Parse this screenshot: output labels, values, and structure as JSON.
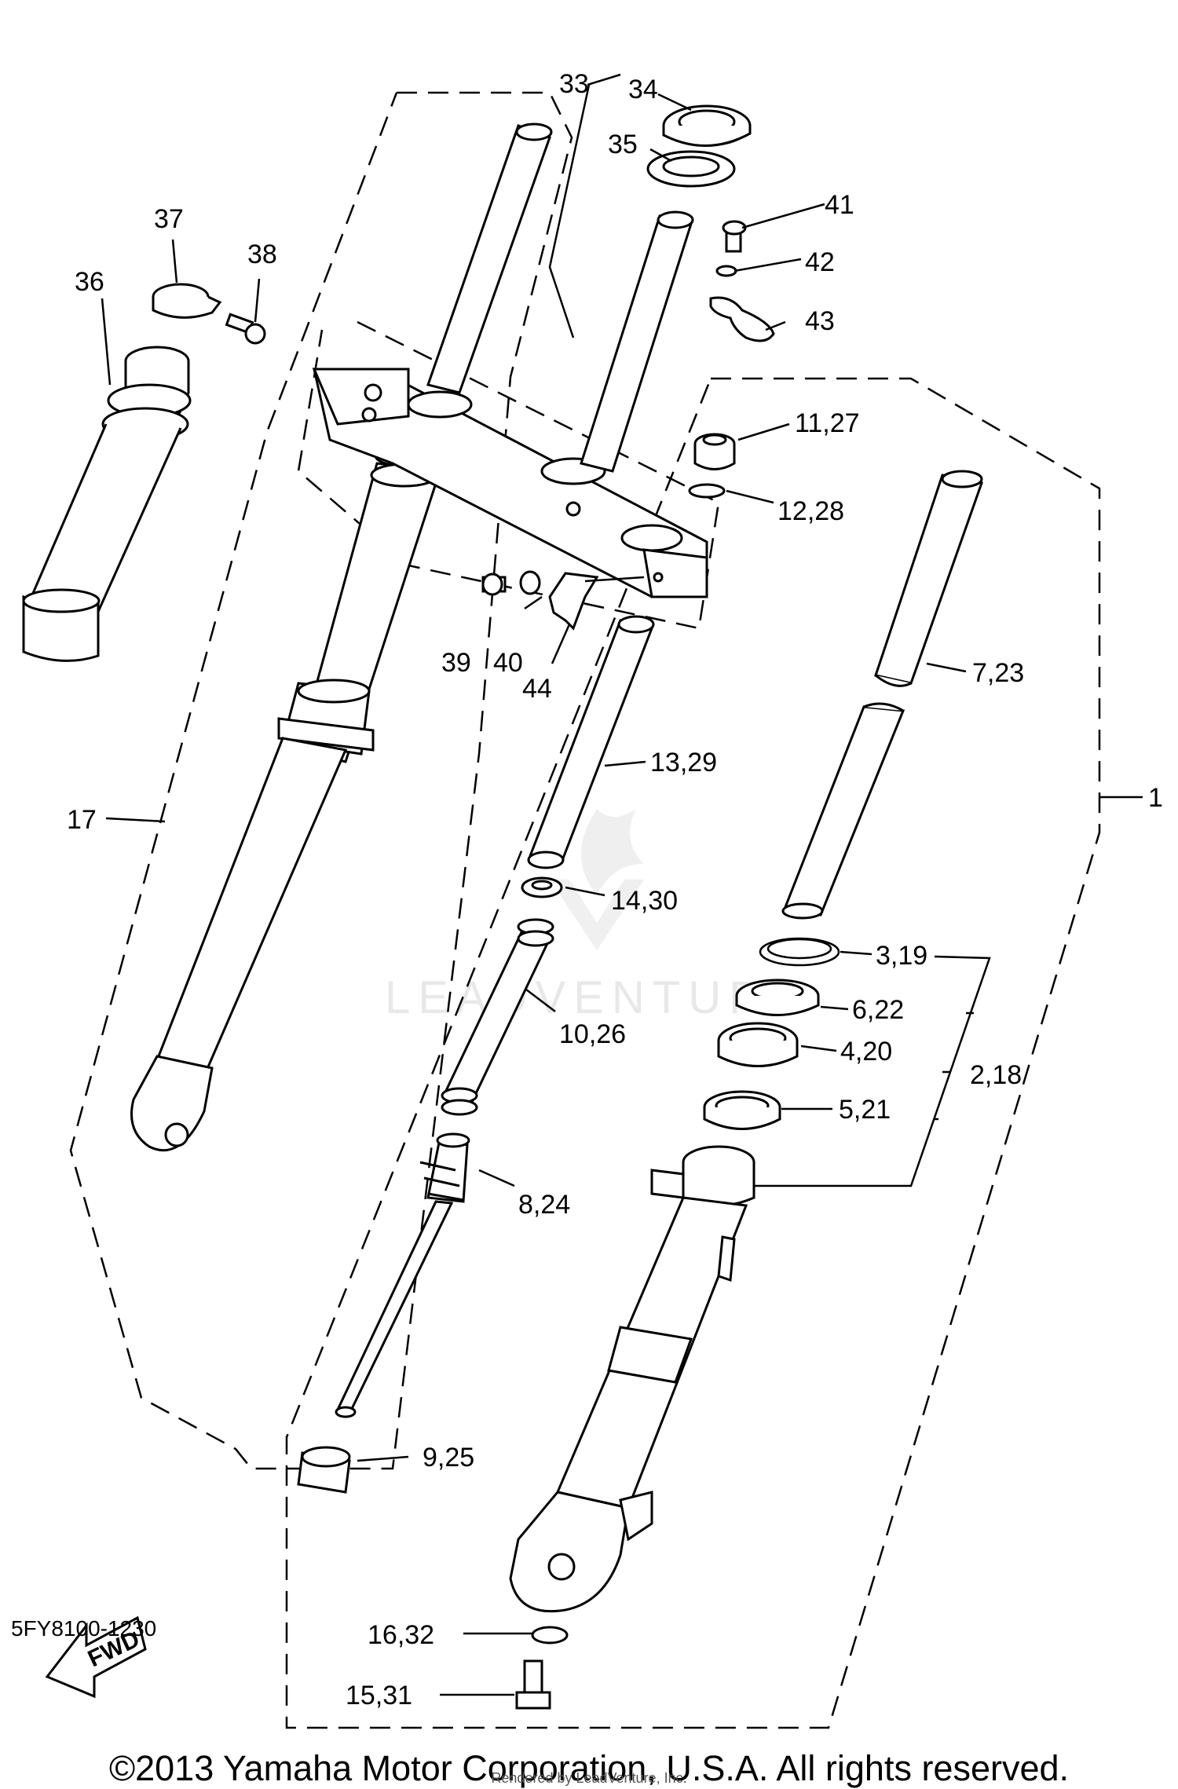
{
  "diagram": {
    "code": "5FY8100-1230",
    "copyright": "©2013 Yamaha Motor Corporation, U.S.A. All rights reserved.",
    "rendered_by": "Rendered by LeadVenture, Inc.",
    "watermark": "LEADVENTURE",
    "fwd_label": "FWD",
    "callouts": [
      "33",
      "34",
      "35",
      "41",
      "42",
      "43",
      "37",
      "38",
      "36",
      "11,27",
      "12,28",
      "7,23",
      "39",
      "40",
      "44",
      "13,29",
      "1",
      "17",
      "14,30",
      "3,19",
      "6,22",
      "10,26",
      "4,20",
      "2,18",
      "5,21",
      "8,24",
      "9,25",
      "16,32",
      "15,31"
    ]
  }
}
